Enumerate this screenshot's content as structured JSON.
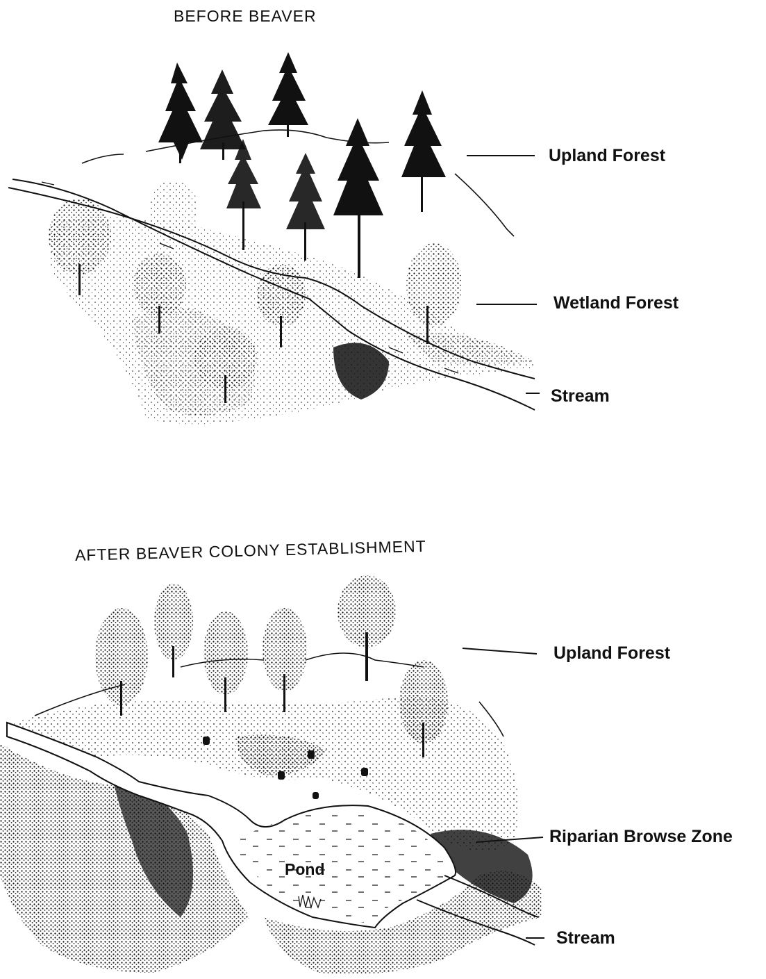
{
  "before": {
    "title": "BEFORE BEAVER",
    "labels": {
      "upland_forest": "Upland Forest",
      "wetland_forest": "Wetland Forest",
      "stream": "Stream"
    }
  },
  "after": {
    "title": "AFTER BEAVER COLONY ESTABLISHMENT",
    "labels": {
      "upland_forest": "Upland Forest",
      "riparian_browse_zone": "Riparian Browse Zone",
      "pond": "Pond",
      "stream": "Stream"
    }
  },
  "colors": {
    "ink": "#111111",
    "paper": "#ffffff"
  }
}
